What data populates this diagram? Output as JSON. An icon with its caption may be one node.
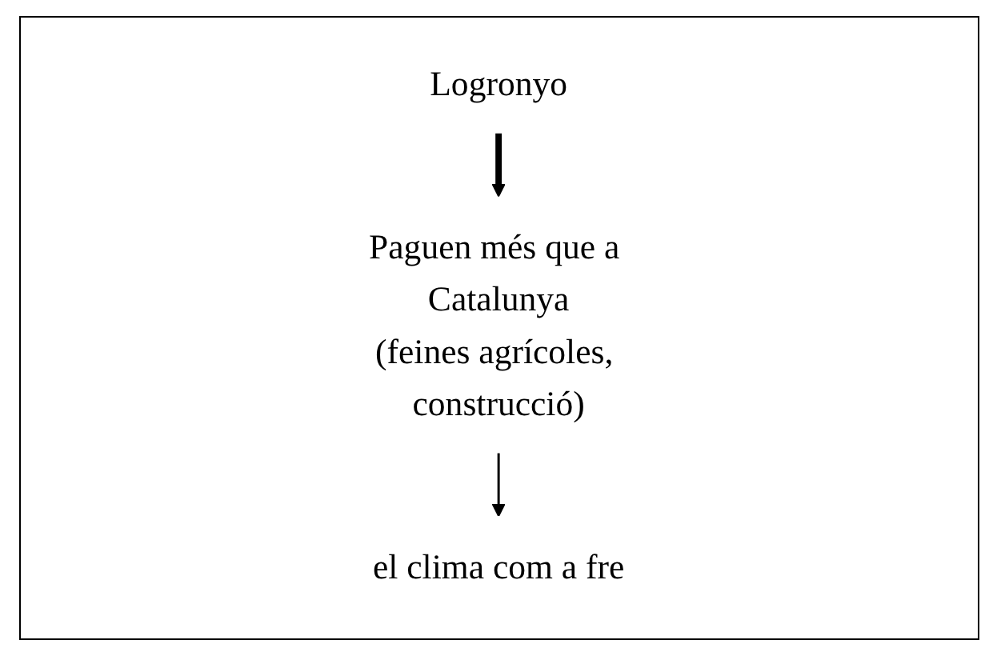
{
  "diagram": {
    "nodes": [
      {
        "text": [
          "Logronyo"
        ]
      },
      {
        "text": [
          "Paguen més que a Catalunya",
          "(feines agrícoles, construcció)"
        ]
      },
      {
        "text": [
          "el clima com a fre"
        ]
      }
    ],
    "edges": [
      {
        "from": 0,
        "to": 1,
        "arrow": "to",
        "style": "thick"
      },
      {
        "from": 1,
        "to": 2,
        "arrow": "to"
      }
    ]
  }
}
